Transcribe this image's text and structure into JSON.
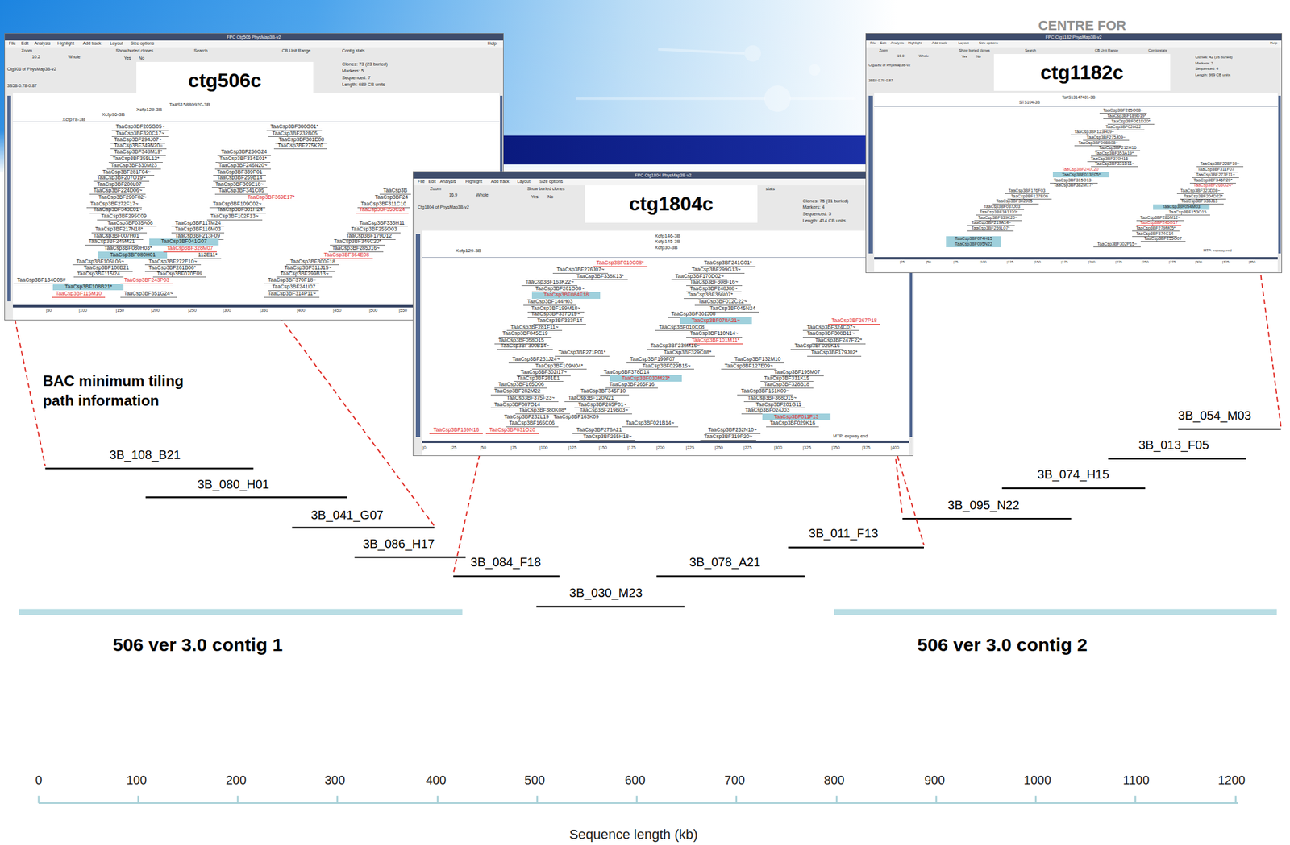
{
  "diagram": {
    "nodes": [
      {
        "text": [
          "FPC Ctg506 PhysMap3B-v2"
        ]
      },
      {
        "text": [
          "ctg506c"
        ],
        "in": 0
      },
      {
        "text": [
          "FPC Ctg1804 PhysMap3B-v2"
        ]
      },
      {
        "text": [
          "ctg1804c"
        ],
        "in": 2
      },
      {
        "text": [
          "FPC Ctg1182 PhysMap3B-v2"
        ]
      },
      {
        "text": [
          "ctg1182c"
        ],
        "in": 4
      }
    ],
    "labels": [
      "File",
      "Edit",
      "Analysis",
      "Highlight",
      "Add track",
      "Layout",
      "Size options",
      "Help",
      "Zoom",
      "10.2",
      "Whole",
      "Show buried clones",
      "Yes",
      "No",
      "Search",
      "CB Unit Range",
      "Contig stats",
      "Clones: 73 (23 buried)",
      "Markers: 5",
      "Sequenced: 7",
      "Length: 689 CB units",
      "Ctg506 of PhysMap3B-v2",
      "3B58-0.78-0.87",
      "Ta#S15880920-3B",
      "Xcfp129-3B",
      "Xcfp96-3B",
      "Xcfp78-3B",
      "TaaCsp3BF205G05~",
      "TaaCsp3BF320C17~",
      "TaaCsp3BF294J07~",
      "TaaCsp3BF349N20=",
      "TaaCsp3BF348M19*",
      "TaaCsp3BF355L12*",
      "TaaCsp3BF330M23",
      "TaaCsp3BF281F04~",
      "TaaCsp3BF207O19~",
      "TaaCsp3BF200L07",
      "TaaCsp3BF224D06~",
      "TaaCsp3BF290F02~",
      "TaaCsp3BF272F17~",
      "TaaCsp3BF343E01~",
      "TaaCsp3BF295C09",
      "TaaCsp3BF035A06",
      "TaaCsp3BF217N18*",
      "TaaCsp3BF007H01",
      "TaaCsp3BF245M21",
      "TaaCsp3BF080H03*",
      "TaaCsp3BF080H01",
      "TaaCsp3BF105L06~",
      "TaaCsp3BF108B21",
      "TaaCsp3BF115I24",
      "TaaCsp3BF134C08#",
      "TaaCsp3BF108B21*",
      "TaaCsp3BF115M10",
      "TaaCsp3BF117M24",
      "TaaCsp3BF116M03",
      "TaaCsp3BF213F09",
      "TaaCsp3BF041G07",
      "TaaCsp3BF328M07",
      "112E11*",
      "TaaCsp3BF272E10~",
      "TaaCsp3BF261B06*",
      "TaaCsp3BF070E09",
      "TaaCsp3BF243P03",
      "TaaCsp3BF351G24~",
      "TaaCsp3BF386G01*",
      "TaaCsp3BF232B05",
      "TaaCsp3BF301E08",
      "TaaCsp3BF275K20",
      "TaaCsp3BF256G24",
      "TaaCsp3BF334E01*",
      "TaaCsp3BF246N20~",
      "TaaCsp3BF339P01",
      "TaaCsp3BF259B14",
      "TaaCsp3BF369E18~",
      "TaaCsp3BF341C05",
      "TaaCsp3BF369E17*",
      "TaaCsp3BF109C02~",
      "TaaCsp3BF381H24",
      "TaaCsp3BF102F13~",
      "TaaCsp3B",
      "TaaCsp3BF24",
      "TaaCsp3BF311C10",
      "TaaCsp3BF353C24",
      "TaaCsp3BF333H11",
      "TaaCsp3BF255O03",
      "TaaCsp3BF179D12",
      "TaaCsp3BF346C20*",
      "TaaCsp3BF285J16~",
      "TaaCsp3BF364E08",
      "TaaCsp3BF300F18",
      "TaaCsp3BF311J15~",
      "TaaCsp3BF299B13~",
      "TaaCsp3BF370F18~",
      "TaaCsp3BF241I07",
      "TaaCsp3BF314P11~",
      "|50",
      "|100",
      "|150",
      "|200",
      "|250",
      "|300",
      "|350",
      "|400",
      "|450",
      "|500",
      "|550",
      "File",
      "Edit",
      "Analysis",
      "Highlight",
      "Add track",
      "Layout",
      "Size options",
      "Zoom",
      "16.9",
      "Whole",
      "Show buried clones",
      "Yes",
      "No",
      "stats",
      "Clones: 75 (31 buried)",
      "Markers: 4",
      "Sequenced: 5",
      "Length: 414 CB units",
      "Ctg1804 of PhysMap3B-v2",
      "Xcfp146-3B",
      "Xcfp145-3B",
      "Xcfp30-3B",
      "Xcfp129-3B",
      "TaaCsp3BF010C08*",
      "TaaCsp3BF241G01*",
      "TaaCsp3BF276J07~",
      "TaaCsp3BF299G13~",
      "TaaCsp3BF338K13*",
      "TaaCsp3BF170D02~",
      "TaaCsp3BF163K22~",
      "TaaCsp3BF308F16~",
      "TaaCsp3BF261O08~",
      "TaaCsp3BF248J08~",
      "TaaCsp3BF084F18",
      "TaaCsp3BF366I07*",
      "TaaCsp3BF144H03",
      "TaaCsp3BF012C22~",
      "TaaCsp3BF199M18~",
      "TaaCsp3BF045N24",
      "TaaCsp3BF337D19~",
      "TaaCsp3BF301J08",
      "TaaCsp3BF323P14",
      "TaaCsp3BF078A21~",
      "TaaCsp3BF267P18",
      "TaaCsp3BF281F11~",
      "TaaCsp3BF010C08",
      "TaaCsp3BF324C07~",
      "TaaCsp3BF045E19",
      "TaaCsp3BF110N14~",
      "TaaCsp3BF308B11~",
      "TaaCsp3BF058D15",
      "TaaCsp3BF101M11*",
      "TaaCsp3BF247F22*",
      "TaaCsp3BF300B14~",
      "TaaCsp3BF239M16~",
      "TaaCsp3BF029K16",
      "TaaCsp3BF271P01*",
      "TaaCsp3BF329C08*",
      "TaaCsp3BF179J02*",
      "TaaCsp3BF231J24~",
      "TaaCsp3BF199F07",
      "TaaCsp3BF132M10",
      "TaaCsp3BF109N04*",
      "TaaCsp3BF029B15~",
      "TaaCsp3BF127E09~",
      "TaaCsp3BF302I17~",
      "TaaCsp3BF378D14",
      "TaaCsp3BF195M07",
      "TaaCsp3BF281E1",
      "TaaCsp3BF030M23*",
      "TaaCsp3BF331K15",
      "TaaCsp3BF165D06",
      "TaaCsp3BF265F16",
      "TaaCsp3BF328B18",
      "TaaCsp3BF282M22",
      "TaaCsp3BF345F10",
      "TaaCsp3BF151K09~",
      "TaaCsp3BF375F23~",
      "TaaCsp3BF120N21",
      "TaaCsp3BF368O15~",
      "TaaCsp3BF087O14",
      "TaaCsp3BF265P01~",
      "TaaCsp3BF201G11",
      "TaaCsp3BF380K08*",
      "TaaCsp3BF219B03~",
      "TaaCsp3BF024J03",
      "TaaCsp3BF232L19",
      "TaaCsp3BF163K09",
      "TaaCsp3BF011F13",
      "TaaCsp3BF165C06",
      "TaaCsp3BF021B14~",
      "TaaCsp3BF029K16",
      "TaaCsp3BF169N16",
      "TaaCsp3BF031O20",
      "TaaCsp3BF276A21",
      "TaaCsp3BF252N10~",
      "TaaCsp3BF265H18~",
      "TaaCsp3BF319P20~",
      "MTP: expway end",
      "|0",
      "|25",
      "|50",
      "|75",
      "|100",
      "|125",
      "|150",
      "|175",
      "|200",
      "|225",
      "|250",
      "|275",
      "|300",
      "|325",
      "|350",
      "|375",
      "|400",
      "File",
      "Edit",
      "Analysis",
      "Highlight",
      "Add track",
      "Layout",
      "Size options",
      "Help",
      "Zoom",
      "19.0",
      "Whole",
      "Show buried clones",
      "Yes",
      "No",
      "Search",
      "CB Unit Range",
      "Contig stats",
      "Clones: 42 (16 buried)",
      "Markers: 2",
      "Sequenced: 4",
      "Length: 369 CB units",
      "Ctg1182 of PhysMap3B-v2",
      "3B58-0.78-0.87",
      "Ta#S13147401-3B",
      "STS104-3B",
      "TaaCsp3BF265O08~",
      "TaaCsp3BF189D19*",
      "TaaCsp3BF061D20*",
      "TaaCsp3BF026I22",
      "TaaCsp3BF123H09~",
      "TaaCsp3BF275J09~",
      "TaaCsp3BF098B08~",
      "TaaCsp3BF212H16",
      "TaaCsp3BF353A19*",
      "TaaCsp3BF370H16",
      "TaaCsp3BF331D11~",
      "TaaCsp3BF228F19~",
      "TaaCsp3BF240L20",
      "TaaCsp3BF311F07",
      "TaaCsp3BF013F05*",
      "TaaCsp3BF273F11~",
      "TaaCsp3BF315O13~",
      "TaaCsp3BF346P20*",
      "TaaCsp3BF382M17*",
      "TaaCsp3BF263G24*",
      "TaaCsp3BF176F03",
      "TaaCsp3BF323D08~",
      "TaaCsp3BF127E06",
      "TaaCsp3BF204D22*",
      "TaaCsp3BF302J05~",
      "TaaCsp3BF333J13~",
      "TaaCsp3BF037J03",
      "TaaCsp3BF054M03",
      "TaaCsp3BF343J20*",
      "TaaCsp3BF153O15",
      "TaaCsp3BF339K20~",
      "TaaCsp3BF286M12~",
      "TaaCsp3BF219A14~",
      "TaaCsp3BF246O17",
      "TaaCsp3BF259L07*",
      "TaaCsp3BF279M05*",
      "TaaCsp3BF374C14",
      "TaaCsp3BF074H15",
      "TaaCsp3BF255O07",
      "TaaCsp3BF095N22",
      "TaaCsp3BF302P15~",
      "MTP: expway end",
      "|25",
      "|50",
      "|75",
      "|100",
      "|125",
      "|150",
      "|175",
      "|200",
      "|225",
      "|250",
      "|275",
      "|300",
      "|325",
      "|350",
      "CENTRE FOR",
      "BAC minimum tiling path information",
      "3B_108_B21",
      "3B_080_H01",
      "3B_041_G07",
      "3B_086_H17",
      "3B_084_F18",
      "3B_030_M23",
      "3B_078_A21",
      "3B_011_F13",
      "3B_095_N22",
      "3B_074_H15",
      "3B_013_F05",
      "3B_054_M03",
      "506 ver 3.0 contig 1",
      "506 ver 3.0 contig 2",
      "0",
      "100",
      "200",
      "300",
      "400",
      "500",
      "600",
      "700",
      "800",
      "900",
      "1000",
      "1100",
      "1200",
      "Sequence length (kb)"
    ]
  }
}
